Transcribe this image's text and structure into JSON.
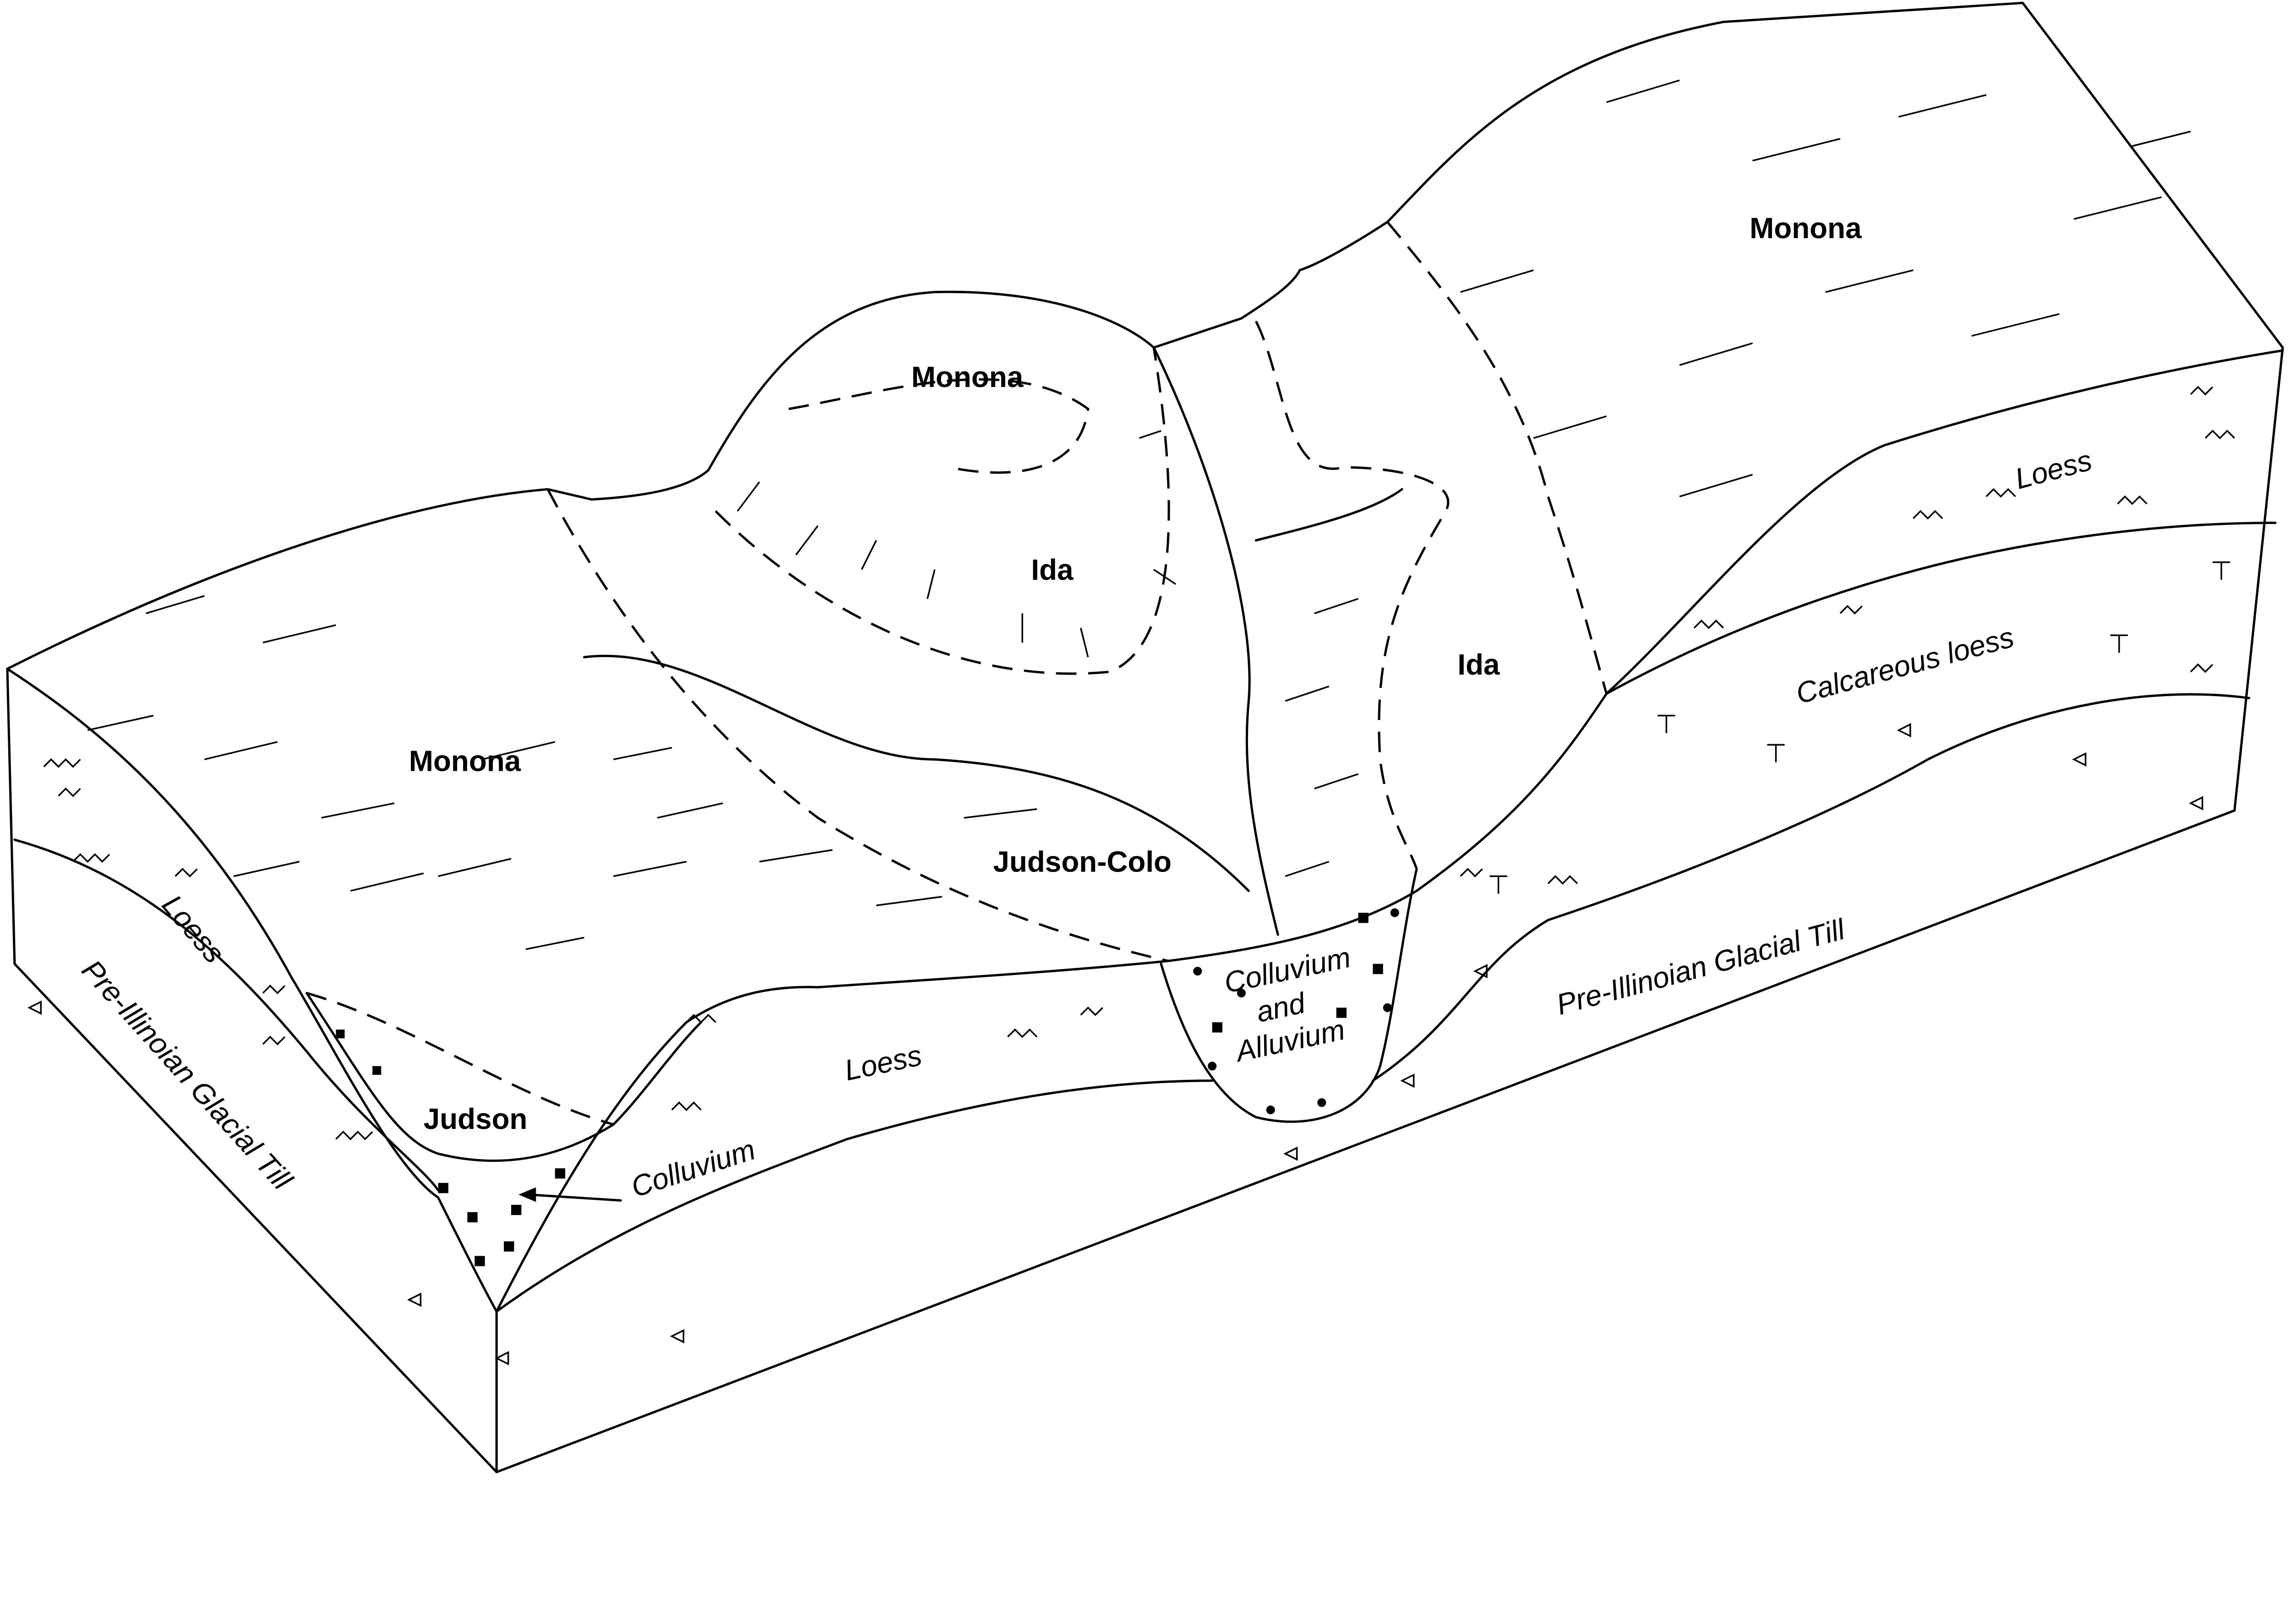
{
  "surface_labels": {
    "monona_left": "Monona",
    "monona_top": "Monona",
    "monona_right": "Monona",
    "ida_center": "Ida",
    "ida_right": "Ida",
    "judson_colo": "Judson-Colo",
    "judson": "Judson"
  },
  "layer_labels": {
    "loess_left": "Loess",
    "till_left": "Pre-Illinoian Glacial Till",
    "colluvium": "Colluvium",
    "loess_front": "Loess",
    "colluvium_alluvium_1": "Colluvium",
    "colluvium_alluvium_2": "and",
    "colluvium_alluvium_3": "Alluvium",
    "till_front": "Pre-Illinoian Glacial Till",
    "loess_right": "Loess",
    "calcareous_loess": "Calcareous loess"
  }
}
